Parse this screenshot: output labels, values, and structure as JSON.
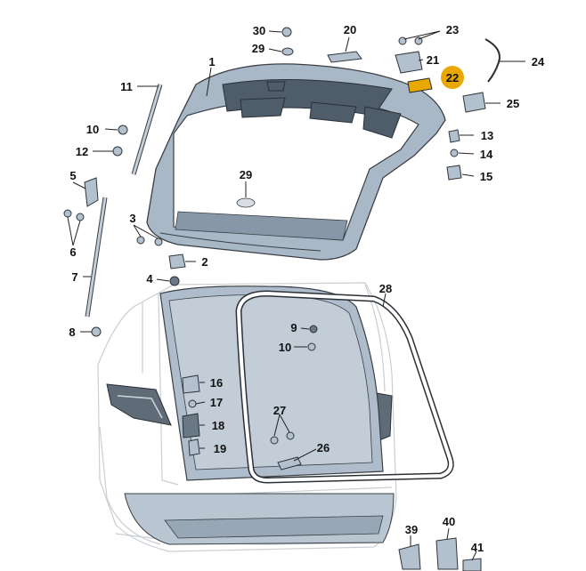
{
  "colors": {
    "body_panel": "#a9b8c7",
    "dark_recess": "#4f5c69",
    "seal": "#ffffff",
    "highlight_part": "#e8a800",
    "outline": "#2b3036"
  },
  "callouts": [
    {
      "id": "c1",
      "text": "1"
    },
    {
      "id": "c2",
      "text": "2"
    },
    {
      "id": "c3",
      "text": "3"
    },
    {
      "id": "c4",
      "text": "4"
    },
    {
      "id": "c5",
      "text": "5"
    },
    {
      "id": "c6",
      "text": "6"
    },
    {
      "id": "c7",
      "text": "7"
    },
    {
      "id": "c8",
      "text": "8"
    },
    {
      "id": "c9",
      "text": "9"
    },
    {
      "id": "c10a",
      "text": "10"
    },
    {
      "id": "c10b",
      "text": "10"
    },
    {
      "id": "c11",
      "text": "11"
    },
    {
      "id": "c12",
      "text": "12"
    },
    {
      "id": "c13",
      "text": "13"
    },
    {
      "id": "c14",
      "text": "14"
    },
    {
      "id": "c15",
      "text": "15"
    },
    {
      "id": "c16",
      "text": "16"
    },
    {
      "id": "c17",
      "text": "17"
    },
    {
      "id": "c18",
      "text": "18"
    },
    {
      "id": "c19",
      "text": "19"
    },
    {
      "id": "c20",
      "text": "20"
    },
    {
      "id": "c21",
      "text": "21"
    },
    {
      "id": "c22",
      "text": "22",
      "highlighted": true
    },
    {
      "id": "c23",
      "text": "23"
    },
    {
      "id": "c24",
      "text": "24"
    },
    {
      "id": "c25",
      "text": "25"
    },
    {
      "id": "c26",
      "text": "26"
    },
    {
      "id": "c27",
      "text": "27"
    },
    {
      "id": "c28",
      "text": "28"
    },
    {
      "id": "c29a",
      "text": "29"
    },
    {
      "id": "c29b",
      "text": "29"
    },
    {
      "id": "c30",
      "text": "30"
    },
    {
      "id": "c39",
      "text": "39"
    },
    {
      "id": "c40",
      "text": "40"
    },
    {
      "id": "c41",
      "text": "41"
    }
  ]
}
